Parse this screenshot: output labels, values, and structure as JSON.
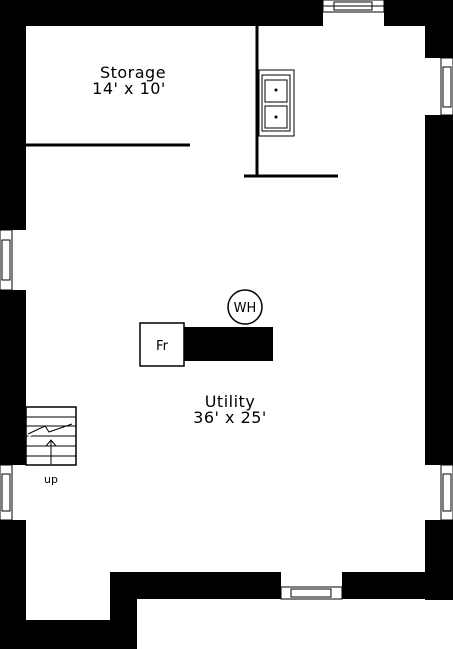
{
  "rooms": {
    "storage": {
      "name": "Storage",
      "dims": "14' x 10'"
    },
    "utility": {
      "name": "Utility",
      "dims": "36' x 25'"
    }
  },
  "fixtures": {
    "water_heater": "WH",
    "furnace": "Fr"
  },
  "stairs": {
    "label": "up"
  },
  "colors": {
    "wall": "#000000",
    "background": "#ffffff"
  }
}
